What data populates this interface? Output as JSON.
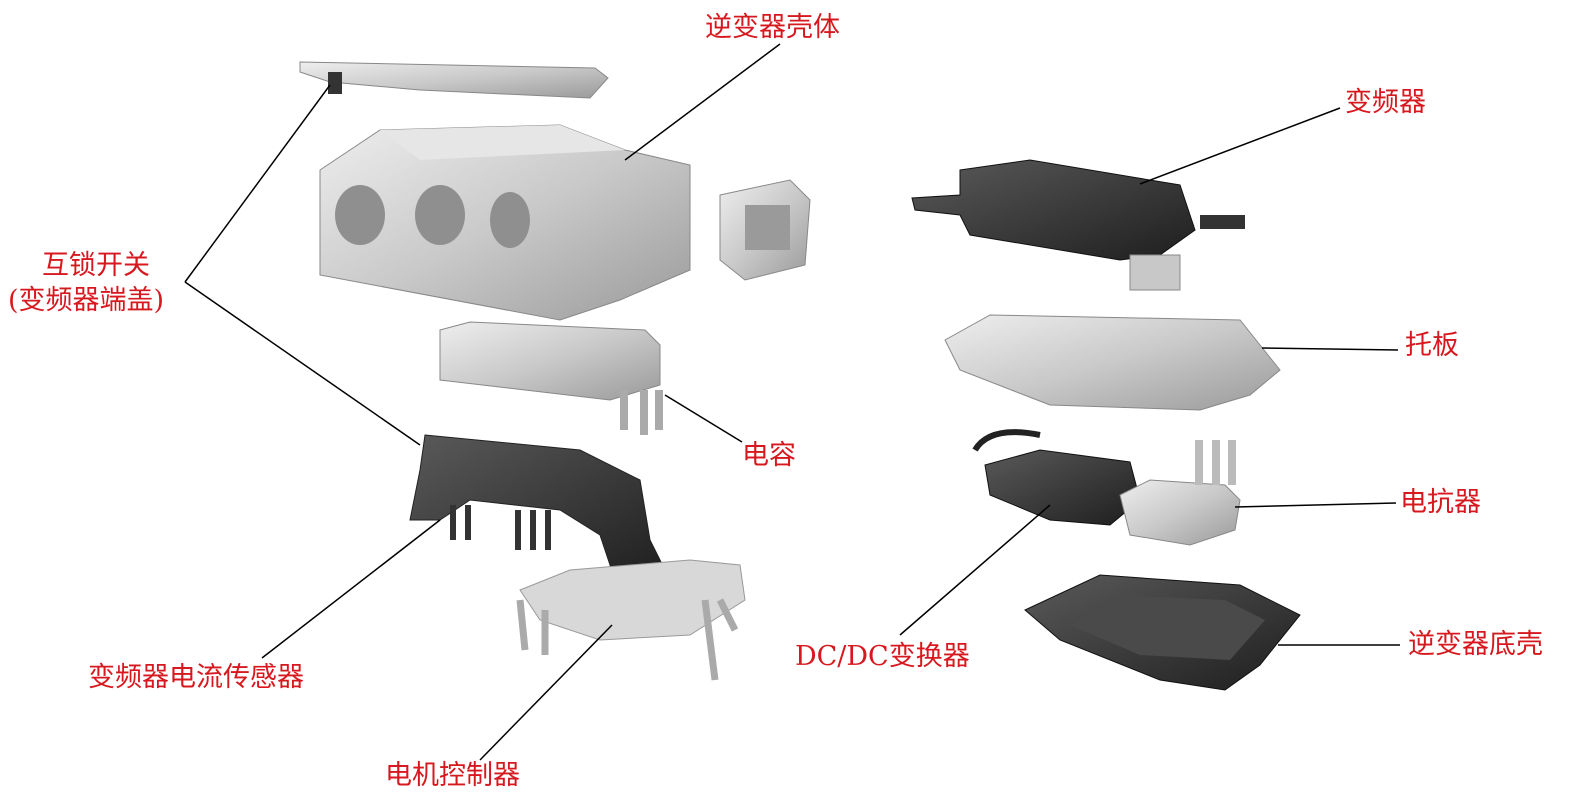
{
  "labels": {
    "inverter_housing": "逆变器壳体",
    "interlock_switch": "互锁开关",
    "interlock_switch_sub": "(变频器端盖)",
    "capacitor": "电容",
    "current_sensor": "变频器电流传感器",
    "motor_controller": "电机控制器",
    "inverter": "变频器",
    "tray": "托板",
    "reactor": "电抗器",
    "dcdc_converter": "DC/DC变换器",
    "inverter_bottom_cover": "逆变器底壳"
  },
  "colors": {
    "label": "#d7191f",
    "leader": "#000000"
  }
}
